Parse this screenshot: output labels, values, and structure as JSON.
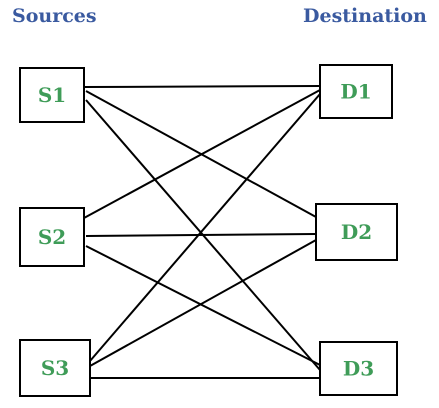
{
  "headings": {
    "sources": "Sources",
    "destination": "Destination"
  },
  "sources": [
    "S1",
    "S2",
    "S3"
  ],
  "destinations": [
    "D1",
    "D2",
    "D3"
  ],
  "edges": [
    [
      "S1",
      "D1"
    ],
    [
      "S1",
      "D2"
    ],
    [
      "S1",
      "D3"
    ],
    [
      "S2",
      "D1"
    ],
    [
      "S2",
      "D2"
    ],
    [
      "S2",
      "D3"
    ],
    [
      "S3",
      "D1"
    ],
    [
      "S3",
      "D2"
    ],
    [
      "S3",
      "D3"
    ]
  ],
  "colors": {
    "heading": "#3a5aa0",
    "node_label": "#3f9c58",
    "stroke": "#000000"
  }
}
